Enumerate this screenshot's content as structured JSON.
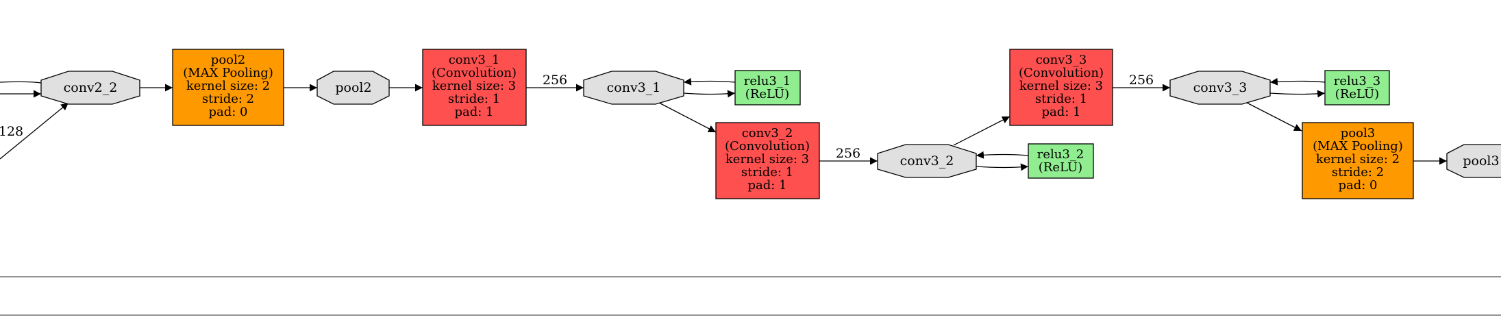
{
  "colors": {
    "blob": "#e0e0e0",
    "convolution": "#ff5050",
    "pooling": "#ff9900",
    "relu": "#90ee90",
    "edge": "#000000",
    "background": "#ffffff"
  },
  "blobs": {
    "conv2_2": "conv2_2",
    "pool2": "pool2",
    "conv3_1": "conv3_1",
    "conv3_2": "conv3_2",
    "conv3_3": "conv3_3",
    "pool3": "pool3"
  },
  "layers": {
    "pool2": {
      "name": "pool2",
      "type": "(MAX Pooling)",
      "p1": "kernel size: 2",
      "p2": "stride: 2",
      "p3": "pad: 0"
    },
    "conv3_1": {
      "name": "conv3_1",
      "type": "(Convolution)",
      "p1": "kernel size: 3",
      "p2": "stride: 1",
      "p3": "pad: 1"
    },
    "conv3_2": {
      "name": "conv3_2",
      "type": "(Convolution)",
      "p1": "kernel size: 3",
      "p2": "stride: 1",
      "p3": "pad: 1"
    },
    "conv3_3": {
      "name": "conv3_3",
      "type": "(Convolution)",
      "p1": "kernel size: 3",
      "p2": "stride: 1",
      "p3": "pad: 1"
    },
    "pool3": {
      "name": "pool3",
      "type": "(MAX Pooling)",
      "p1": "kernel size: 2",
      "p2": "stride: 2",
      "p3": "pad: 0"
    },
    "relu3_1": {
      "name": "relu3_1",
      "type": "(ReLU)"
    },
    "relu3_2": {
      "name": "relu3_2",
      "type": "(ReLU)"
    },
    "relu3_3": {
      "name": "relu3_3",
      "type": "(ReLU)"
    }
  },
  "edge_labels": {
    "e128": "128",
    "e256a": "256",
    "e256b": "256",
    "e256c": "256"
  }
}
